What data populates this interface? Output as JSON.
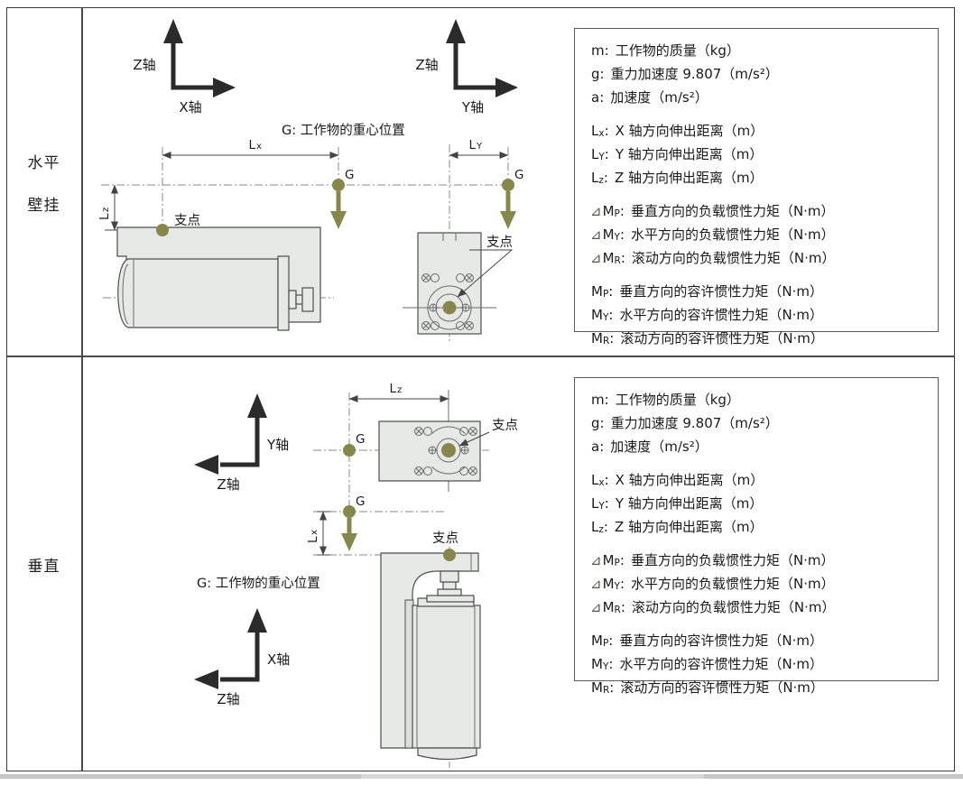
{
  "colors": {
    "accent_olive": "#87874d",
    "body_fill": "#e7e9e7"
  },
  "rows": [
    {
      "label_lines": [
        "水平",
        "壁挂"
      ]
    },
    {
      "label_lines": [
        "垂直"
      ]
    }
  ],
  "labels": {
    "fulcrum": "支点",
    "g": "G",
    "g_note": "G: 工作物的重心位置",
    "axis_x": "X轴",
    "axis_y": "Y轴",
    "axis_z": "Z轴"
  },
  "dims": {
    "lx": {
      "sym": "L",
      "sub": "x"
    },
    "ly": {
      "sym": "L",
      "sub": "Y"
    },
    "lz": {
      "sym": "L",
      "sub": "z"
    }
  },
  "legend": {
    "colon": ":",
    "groups": [
      {
        "items": [
          {
            "pre": "",
            "sym": "m",
            "sub": "",
            "text": "工作物的质量（kg）"
          },
          {
            "pre": "",
            "sym": "g",
            "sub": "",
            "text": "重力加速度 9.807（m/s²）"
          },
          {
            "pre": "",
            "sym": "a",
            "sub": "",
            "text": "加速度（m/s²）"
          }
        ]
      },
      {
        "items": [
          {
            "pre": "",
            "sym": "L",
            "sub": "x",
            "text": "X 轴方向伸出距离（m）"
          },
          {
            "pre": "",
            "sym": "L",
            "sub": "Y",
            "text": "Y 轴方向伸出距离（m）"
          },
          {
            "pre": "",
            "sym": "L",
            "sub": "z",
            "text": "Z 轴方向伸出距离（m）"
          }
        ]
      },
      {
        "items": [
          {
            "pre": "⊿",
            "sym": "M",
            "sub": "P",
            "text": "垂直方向的负载惯性力矩（N·m）"
          },
          {
            "pre": "⊿",
            "sym": "M",
            "sub": "Y",
            "text": "水平方向的负载惯性力矩（N·m）"
          },
          {
            "pre": "⊿",
            "sym": "M",
            "sub": "R",
            "text": "滚动方向的负载惯性力矩（N·m）"
          }
        ]
      },
      {
        "items": [
          {
            "pre": "",
            "sym": "M",
            "sub": "P",
            "text": "垂直方向的容许惯性力矩（N·m）"
          },
          {
            "pre": "",
            "sym": "M",
            "sub": "Y",
            "text": "水平方向的容许惯性力矩（N·m）"
          },
          {
            "pre": "",
            "sym": "M",
            "sub": "R",
            "text": "滚动方向的容许惯性力矩（N·m）"
          }
        ]
      }
    ]
  }
}
